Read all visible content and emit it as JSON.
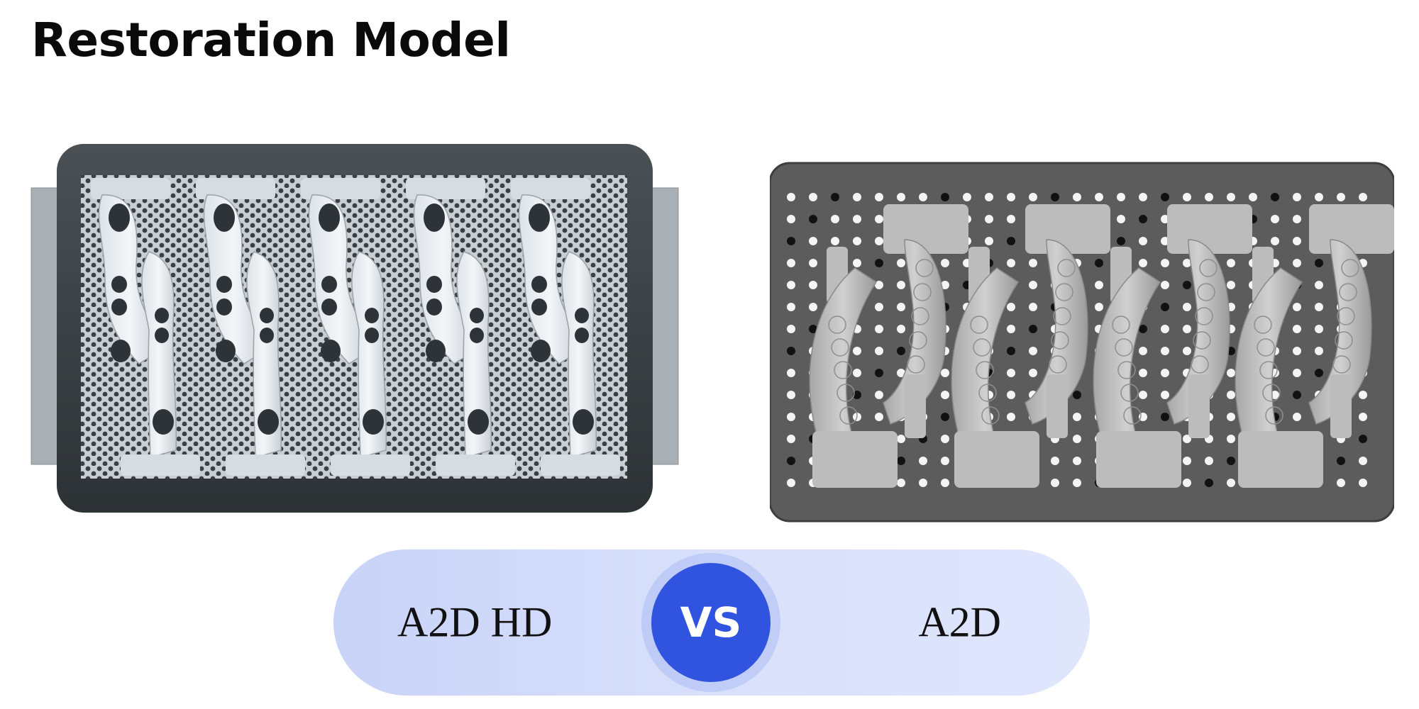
{
  "page": {
    "title": "Restoration Model"
  },
  "images": {
    "left": {
      "name": "a2d-hd-build-plate"
    },
    "right": {
      "name": "a2d-build-plate"
    }
  },
  "comparison": {
    "left_label": "A2D HD",
    "vs_label": "VS",
    "right_label": "A2D",
    "colors": {
      "bar": "#d6defb",
      "badge": "#3154e0"
    }
  }
}
